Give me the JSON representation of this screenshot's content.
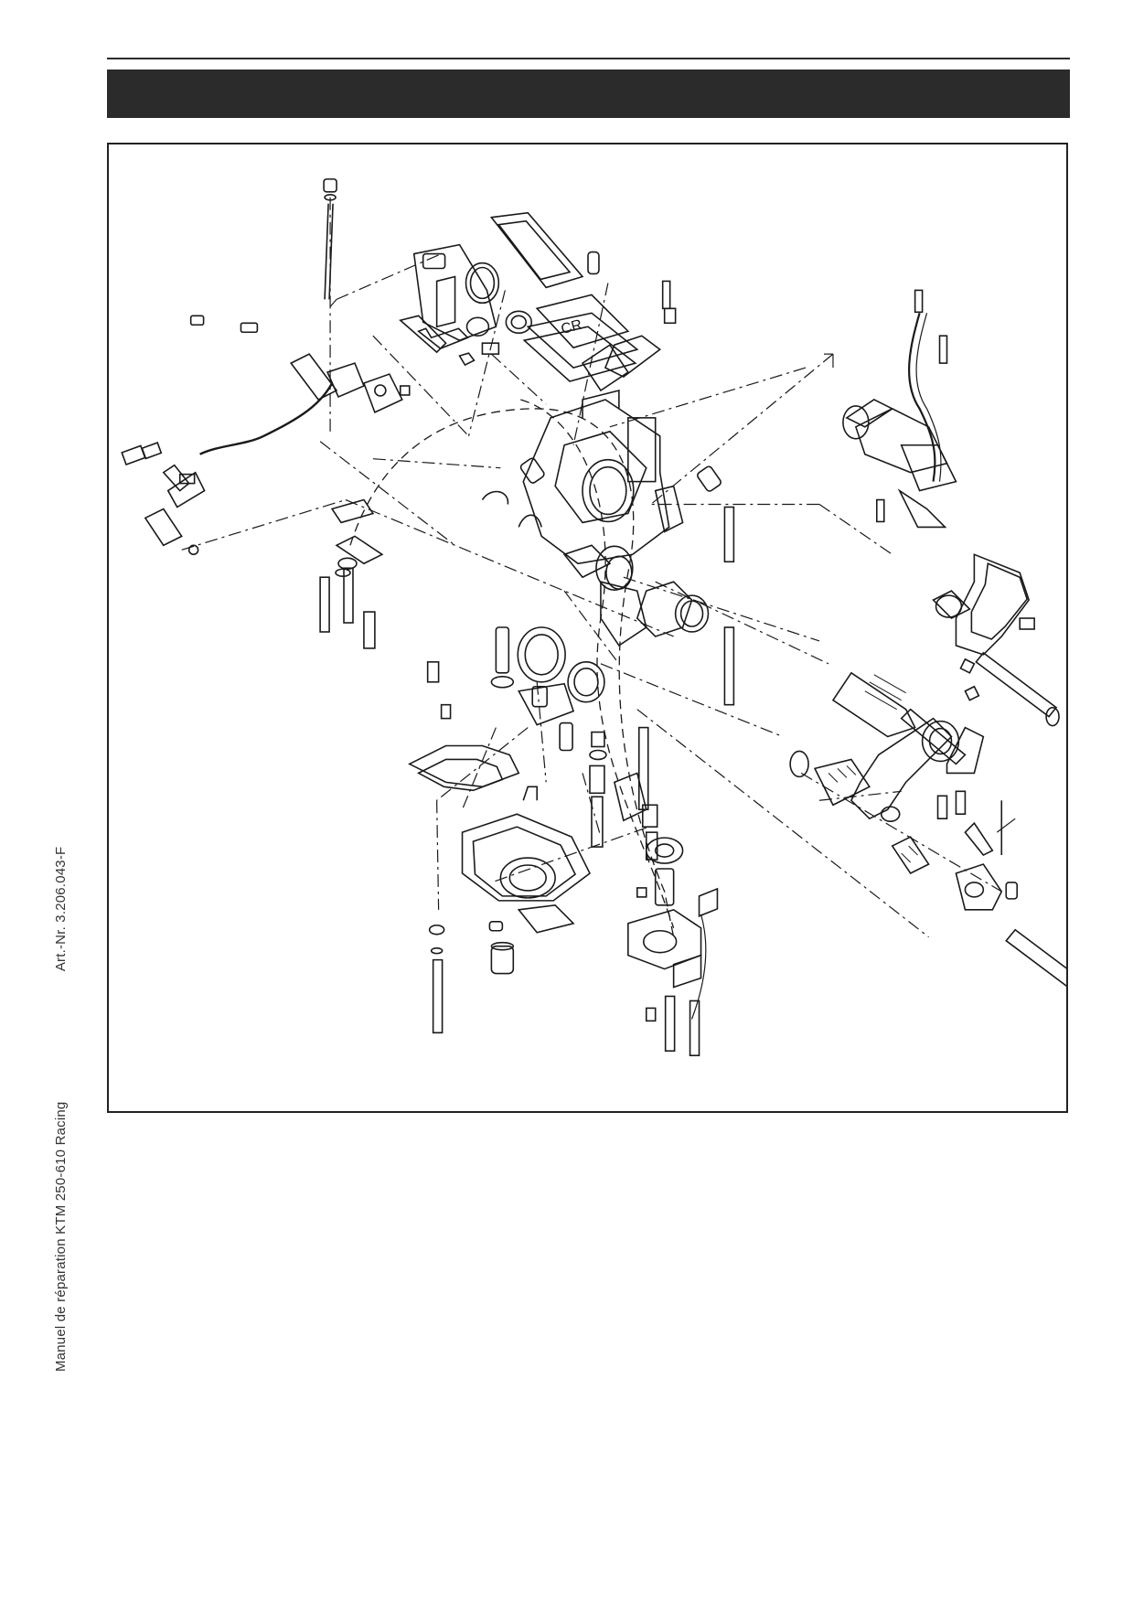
{
  "header": {
    "title": ""
  },
  "margin": {
    "manual_title": "Manuel de réparation  KTM 250-610 Racing",
    "article_number": "Art.-Nr.  3.206.043-F"
  },
  "figure": {
    "line_color": "#1a1a1a",
    "icons": [
      "carburetor-exploded-diagram"
    ]
  }
}
